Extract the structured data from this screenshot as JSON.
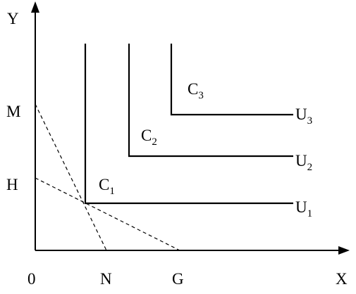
{
  "axes": {
    "y_label": "Y",
    "x_label": "X",
    "origin_label": "0"
  },
  "y_ticks": {
    "m": "M",
    "h": "H"
  },
  "x_ticks": {
    "n": "N",
    "g": "G"
  },
  "corners": {
    "c1": {
      "base": "C",
      "sub": "1"
    },
    "c2": {
      "base": "C",
      "sub": "2"
    },
    "c3": {
      "base": "C",
      "sub": "3"
    }
  },
  "curves": {
    "u1": {
      "base": "U",
      "sub": "1"
    },
    "u2": {
      "base": "U",
      "sub": "2"
    },
    "u3": {
      "base": "U",
      "sub": "3"
    }
  },
  "colors": {
    "ink": "#000000",
    "background": "#ffffff"
  }
}
